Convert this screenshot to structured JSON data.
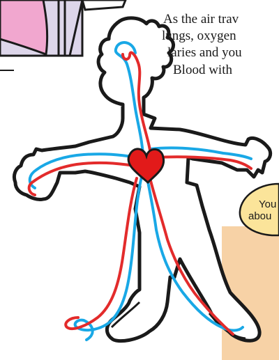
{
  "page": {
    "paragraph_lines": [
      "As the air trav",
      "lungs, oxygen",
      "laries and you",
      "Blood with"
    ]
  },
  "speech_bubble": {
    "lines": [
      "You",
      "abou"
    ]
  },
  "colors": {
    "oxygenated_blood": "#e32b2b",
    "deoxygenated_blood": "#19a8e6",
    "heart": "#e21a1a",
    "panel_pink": "#f1a7cf",
    "panel_lilac": "#ddd6ea",
    "bubble": "#fbe49a",
    "tan_panel": "#f7d2a6"
  },
  "icons": [
    "heart-icon",
    "person-outline-illustration"
  ]
}
